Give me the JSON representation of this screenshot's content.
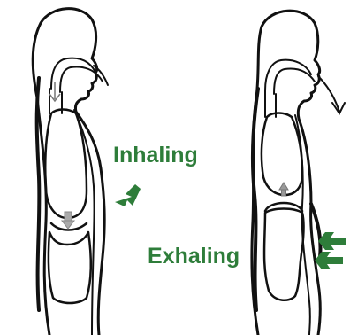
{
  "labels": {
    "inhaling": "Inhaling",
    "exhaling": "Exhaling"
  },
  "colors": {
    "accent": "#2e7d3a",
    "outline": "#111111",
    "background": "#ffffff"
  },
  "figures": [
    {
      "name": "inhaling-figure",
      "direction": "air-in"
    },
    {
      "name": "exhaling-figure",
      "direction": "air-out"
    }
  ],
  "icons": [
    "nasal-airflow-arrow-icon",
    "diaphragm-down-arrow-icon",
    "inward-push-arrow-icon",
    "exhale-airflow-arrow-icon",
    "diaphragm-up-arrow-icon",
    "abdomen-push-arrow-icon"
  ]
}
